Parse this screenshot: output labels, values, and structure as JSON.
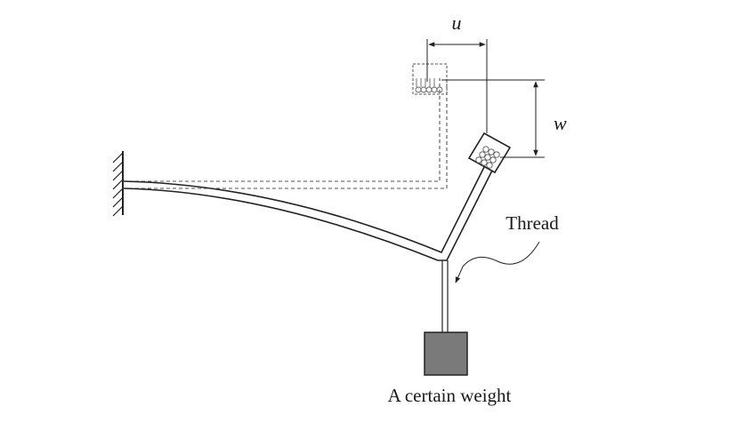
{
  "labels": {
    "u": "u",
    "w": "w",
    "thread": "Thread",
    "weight": "A certain weight"
  },
  "colors": {
    "line": "#222222",
    "weight_fill": "#7a7a7a",
    "dashed": "#555555"
  }
}
